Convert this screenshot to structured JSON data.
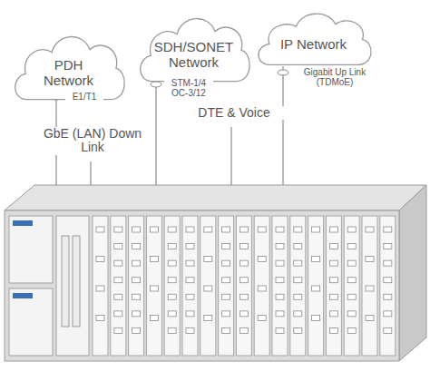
{
  "diagram": {
    "nodes": [
      {
        "text": [
          "PDH Network"
        ]
      },
      {
        "text": [
          "SDH/SONET Network"
        ]
      },
      {
        "text": [
          "IP Network"
        ]
      }
    ],
    "labels": [
      "E1/T1",
      "STM-1/4 OC-3/12",
      "Gigabit Up Link (TDMoE)",
      "GbE (LAN) Down Link",
      "DTE & Voice"
    ]
  }
}
